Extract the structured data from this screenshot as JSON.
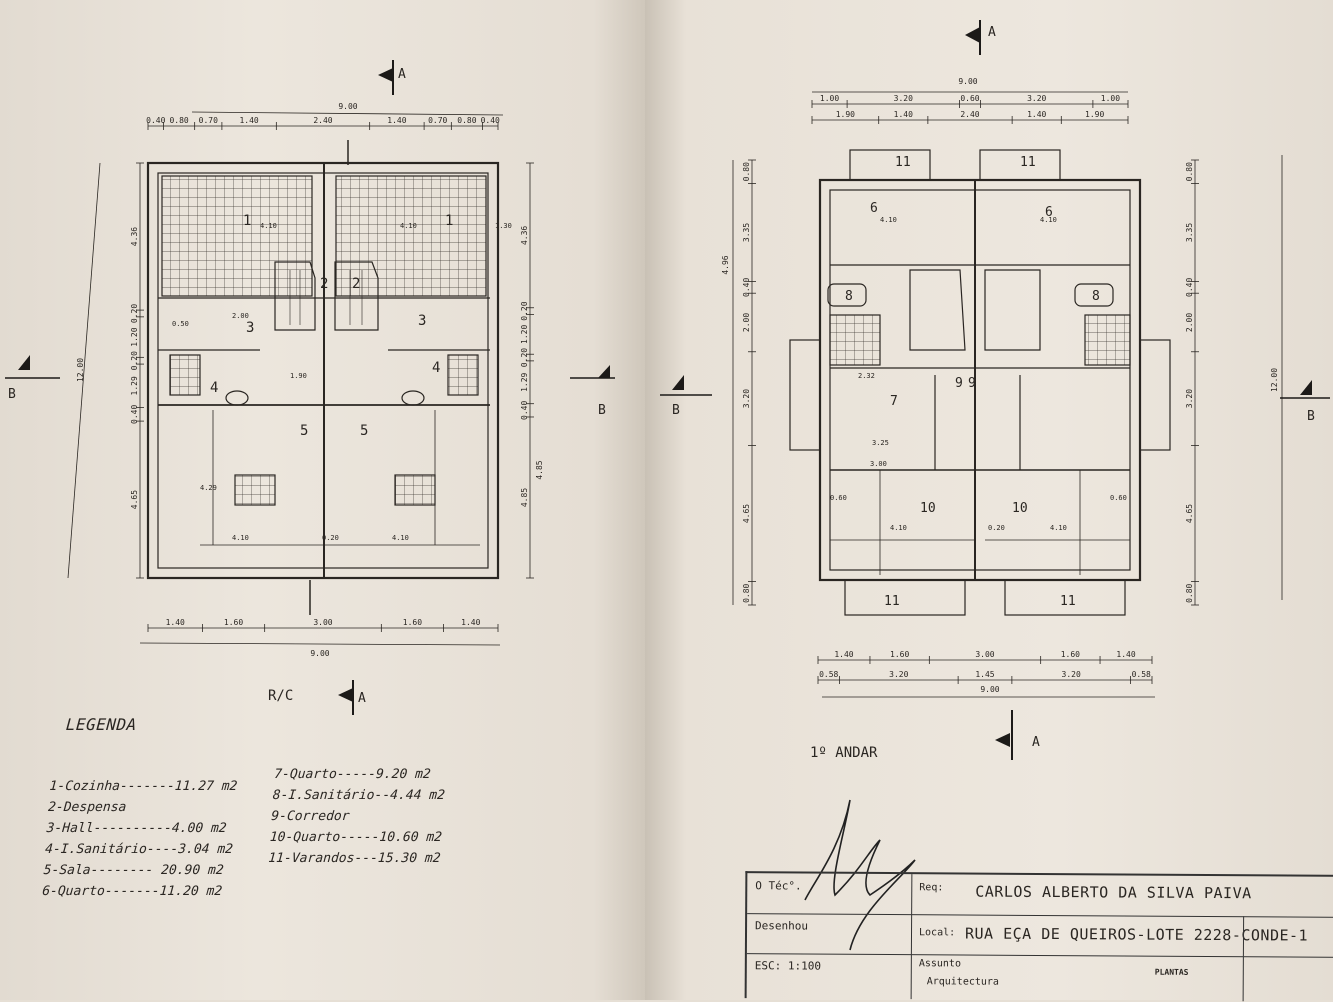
{
  "left_plan": {
    "title": "R/C",
    "section_a": "A",
    "section_b": "B",
    "top_total": "9.00",
    "top_dims": [
      "0.40",
      "0.80",
      "0.70",
      "1.40",
      "2.40",
      "1.40",
      "0.70",
      "0.80",
      "0.40"
    ],
    "bottom_total": "9.00",
    "bottom_dims": [
      "1.40",
      "1.60",
      "3.00",
      "1.60",
      "1.40"
    ],
    "left_total": "12.00",
    "left_dims": [
      "4.36",
      "0.20",
      "1.20",
      "0.20",
      "1.29",
      "0.40",
      "4.65"
    ],
    "right_total": "4.85",
    "right_dims": [
      "4.36",
      "0.20",
      "1.20",
      "0.20",
      "1.29",
      "0.40",
      "4.85"
    ],
    "room_numbers": [
      "1",
      "1",
      "2",
      "2",
      "3",
      "3",
      "4",
      "4",
      "5",
      "5"
    ],
    "inner_dims": [
      "4.10",
      "4.10",
      "4.10",
      "4.10",
      "0.20",
      "4.29",
      "1.90",
      "0.50",
      "2.00",
      "1.30"
    ]
  },
  "right_plan": {
    "title": "1º ANDAR",
    "section_a": "A",
    "section_b": "B",
    "top_total": "9.00",
    "top_dims_1": [
      "1.00",
      "3.20",
      "0.60",
      "3.20",
      "1.00"
    ],
    "top_dims_2": [
      "1.90",
      "1.40",
      "2.40",
      "1.40",
      "1.90"
    ],
    "bottom_dims_1": [
      "1.40",
      "1.60",
      "3.00",
      "1.60",
      "1.40"
    ],
    "bottom_dims_2": [
      "0.58",
      "3.20",
      "1.45",
      "3.20",
      "0.58"
    ],
    "bottom_total": "9.00",
    "left_total": "4.96",
    "left_dims": [
      "0.80",
      "3.35",
      "0.40",
      "2.00",
      "3.20",
      "4.65",
      "0.80"
    ],
    "right_total": "12.00",
    "right_dims": [
      "0.80",
      "3.35",
      "0.40",
      "2.00",
      "3.20",
      "4.65",
      "0.80"
    ],
    "room_numbers": [
      "11",
      "11",
      "6",
      "6",
      "8",
      "8",
      "9",
      "9",
      "7",
      "10",
      "10",
      "11",
      "11"
    ],
    "inner_dims": [
      "4.10",
      "4.10",
      "2.32",
      "3.25",
      "3.00",
      "4.10",
      "4.10",
      "0.60",
      "0.60",
      "0.20"
    ]
  },
  "legend": {
    "title": "LEGENDA",
    "col1": [
      "1-Cozinha-------11.27 m2",
      "2-Despensa",
      "3-Hall----------4.00 m2",
      "4-I.Sanitário----3.04 m2",
      "5-Sala-------- 20.90 m2",
      "6-Quarto-------11.20 m2"
    ],
    "col2": [
      "7-Quarto-----9.20 m2",
      "8-I.Sanitário--4.44 m2",
      "9-Corredor",
      "10-Quarto-----10.60 m2",
      "11-Varandos---15.30 m2"
    ]
  },
  "title_block": {
    "tec_label": "O Téc°.",
    "req_label": "Req:",
    "requerente": "CARLOS ALBERTO DA SILVA PAIVA",
    "desenhou_label": "Desenhou",
    "local_label": "Local:",
    "local": "RUA EÇA DE QUEIROS-LOTE 2228-CONDE-1",
    "scale": "ESC: 1:100",
    "assunto_label": "Assunto",
    "assunto": "Arquitectura",
    "plantas": "PLANTAS"
  }
}
